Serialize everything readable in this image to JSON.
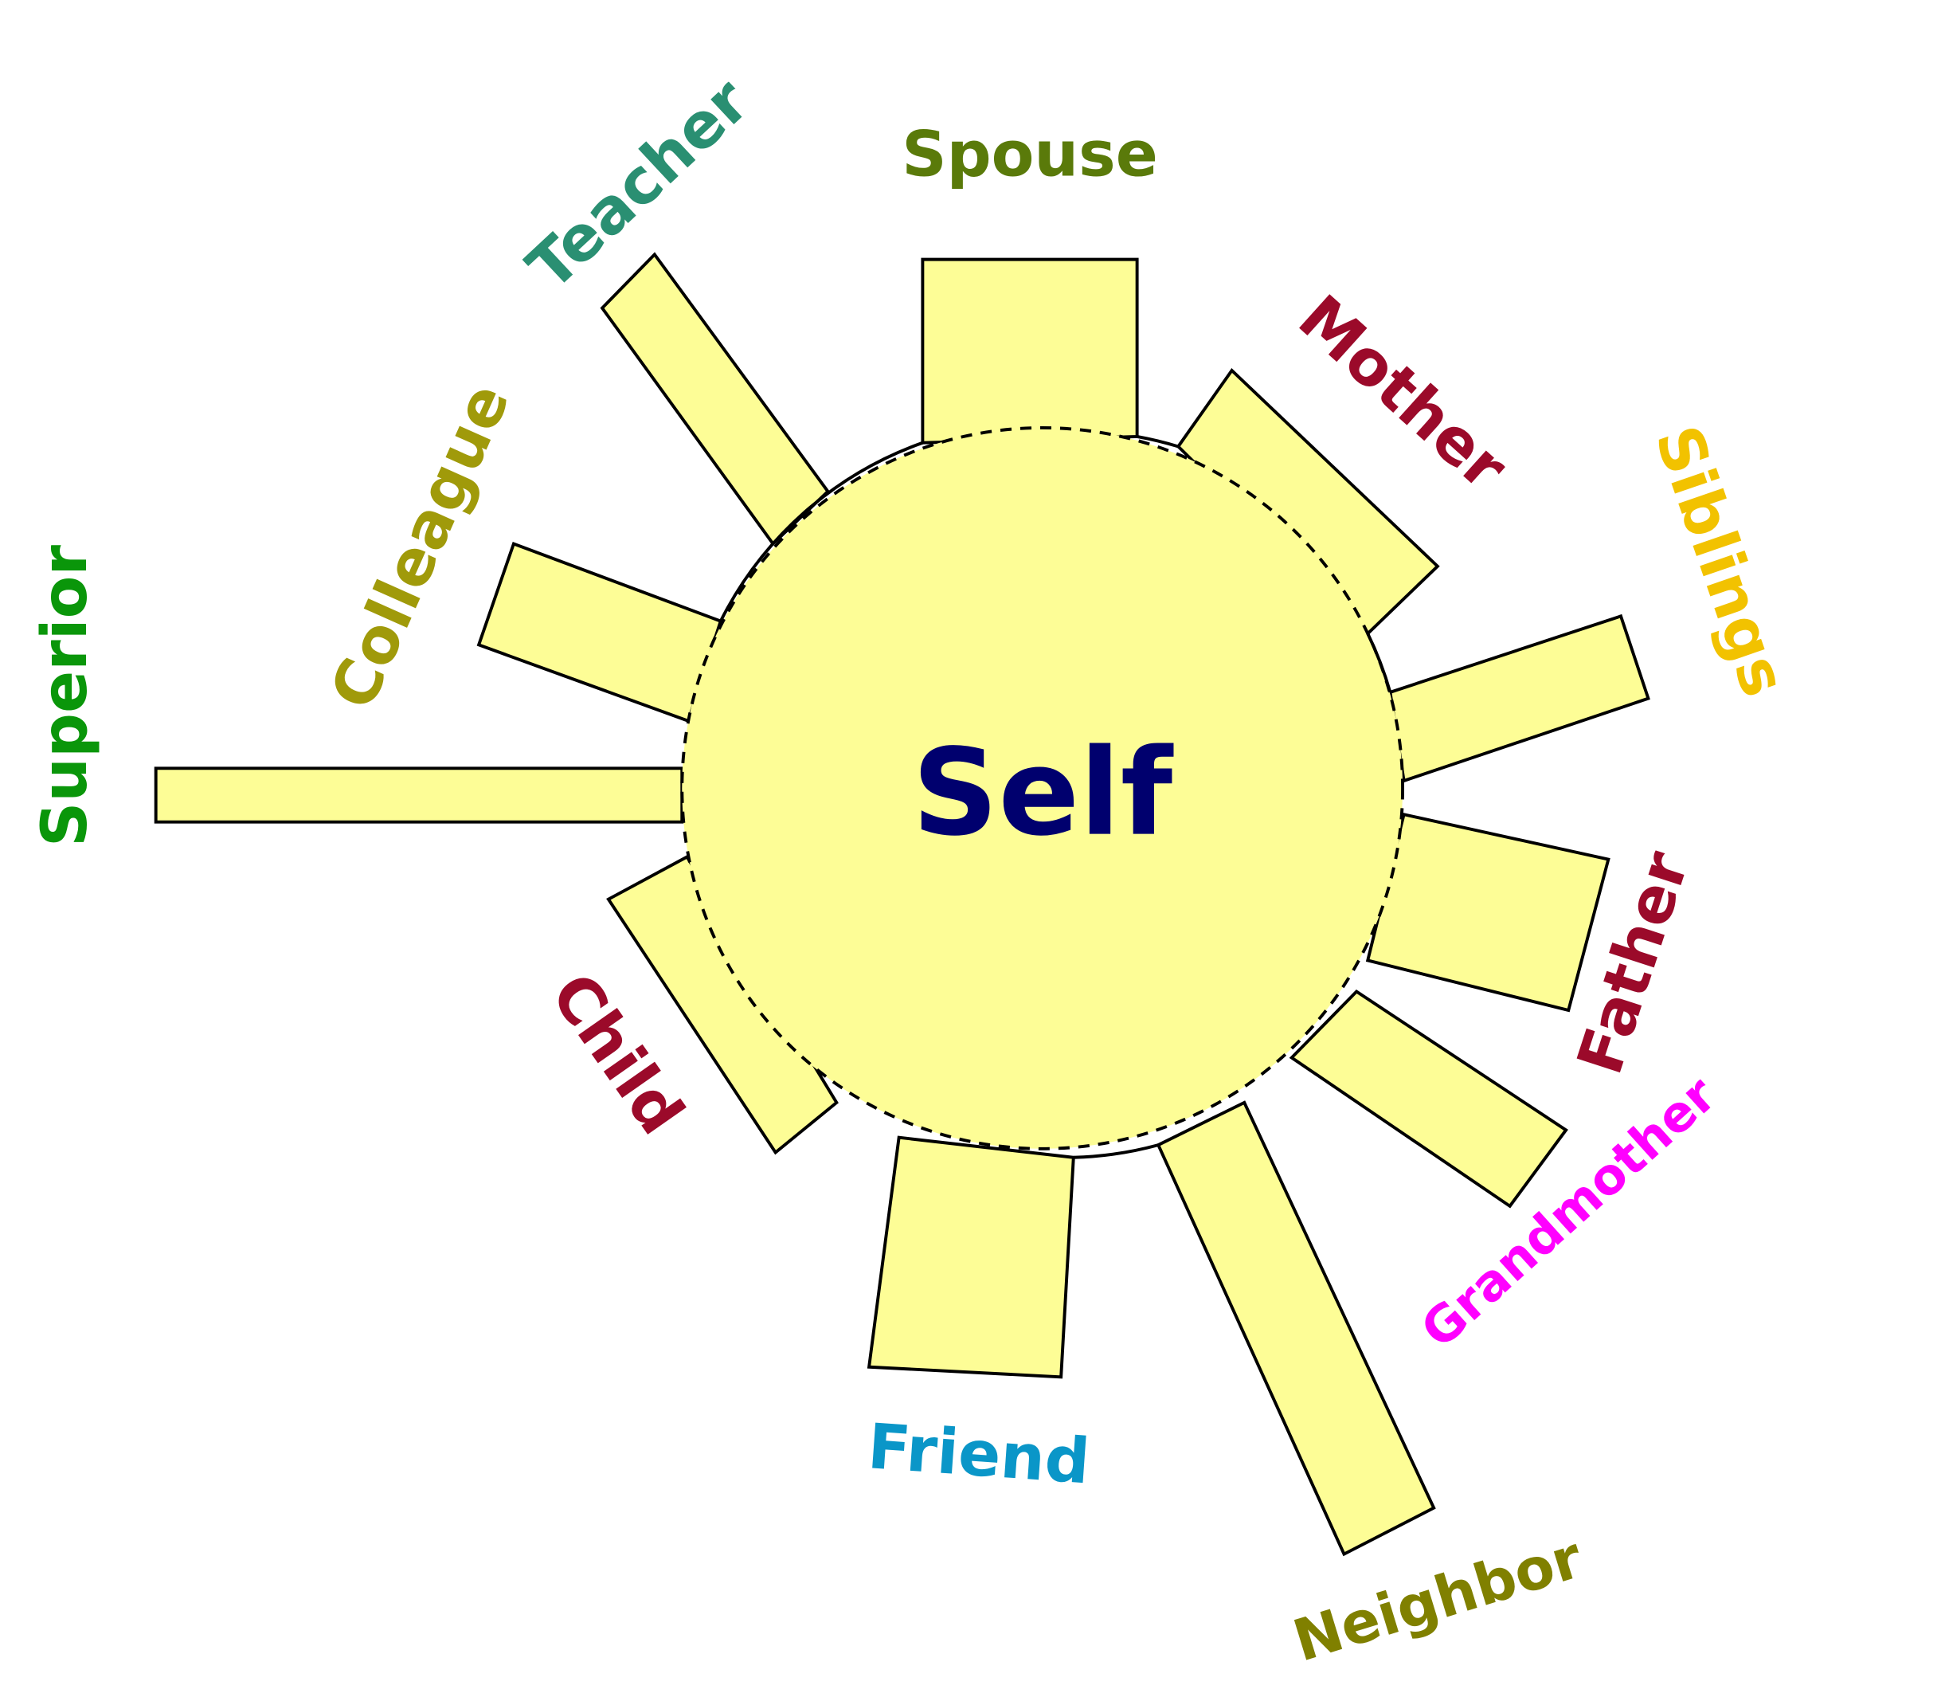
{
  "center": {
    "label": "Self",
    "color": "#00006e"
  },
  "fill_color": "#fdfd96",
  "relations": [
    {
      "key": "spouse",
      "label": "Spouse",
      "color": "#5a7a0a"
    },
    {
      "key": "mother",
      "label": "Mother",
      "color": "#9b0a2a"
    },
    {
      "key": "siblings",
      "label": "Siblings",
      "color": "#f2c200"
    },
    {
      "key": "father",
      "label": "Father",
      "color": "#9b0a2a"
    },
    {
      "key": "grandmother",
      "label": "Grandmother",
      "color": "#ff00ff"
    },
    {
      "key": "neighbor",
      "label": "Neighbor",
      "color": "#808000"
    },
    {
      "key": "friend",
      "label": "Friend",
      "color": "#0a96c8"
    },
    {
      "key": "child",
      "label": "Child",
      "color": "#9b0a2a"
    },
    {
      "key": "superior",
      "label": "Superior",
      "color": "#0a960a"
    },
    {
      "key": "colleague",
      "label": "Colleague",
      "color": "#a09a0a"
    },
    {
      "key": "teacher",
      "label": "Teacher",
      "color": "#2a8f72"
    }
  ]
}
